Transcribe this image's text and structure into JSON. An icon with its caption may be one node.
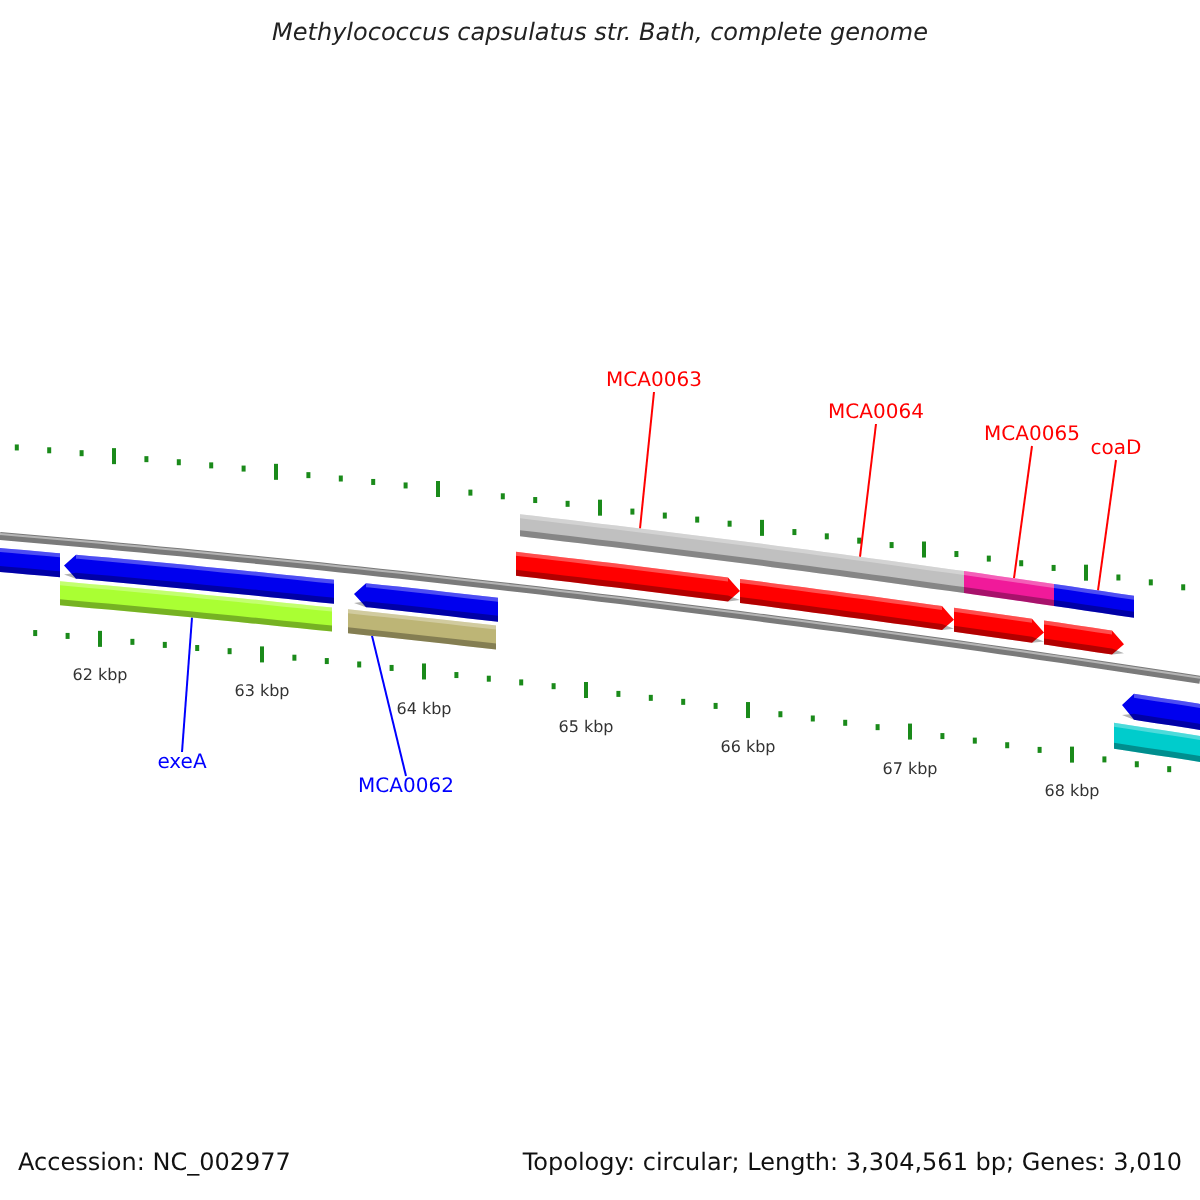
{
  "diagram": {
    "title": "Methylococcus capsulatus str. Bath, complete genome",
    "nodes": [
      {
        "text": [
          "exeA"
        ]
      },
      {
        "text": [
          "MCA0062"
        ]
      },
      {
        "text": [
          "MCA0063"
        ]
      },
      {
        "text": [
          "MCA0064"
        ]
      },
      {
        "text": [
          "MCA0065"
        ]
      },
      {
        "text": [
          "coaD"
        ]
      },
      {
        "text": [],
        "shape": "bar"
      },
      {
        "text": [],
        "shape": "bar"
      },
      {
        "text": [],
        "shape": "bar"
      },
      {
        "text": [],
        "shape": "bar"
      },
      {
        "text": [],
        "shape": "bar"
      }
    ],
    "edges": [
      {
        "from": 0,
        "to": 6,
        "arrow": "none",
        "color": "#0000ff"
      },
      {
        "from": 1,
        "to": 7,
        "arrow": "none",
        "color": "#0000ff"
      },
      {
        "from": 2,
        "to": 8,
        "arrow": "none"
      },
      {
        "from": 3,
        "to": 8,
        "arrow": "none"
      },
      {
        "from": 4,
        "to": 9,
        "arrow": "none"
      },
      {
        "from": 5,
        "to": 10,
        "arrow": "none"
      }
    ],
    "labels": [
      "62 kbp",
      "63 kbp",
      "64 kbp",
      "65 kbp",
      "66 kbp",
      "67 kbp",
      "68 kbp",
      "Accession: NC_002977",
      "Topology: circular; Length: 3,304,561 bp; Genes: 3,010"
    ]
  }
}
